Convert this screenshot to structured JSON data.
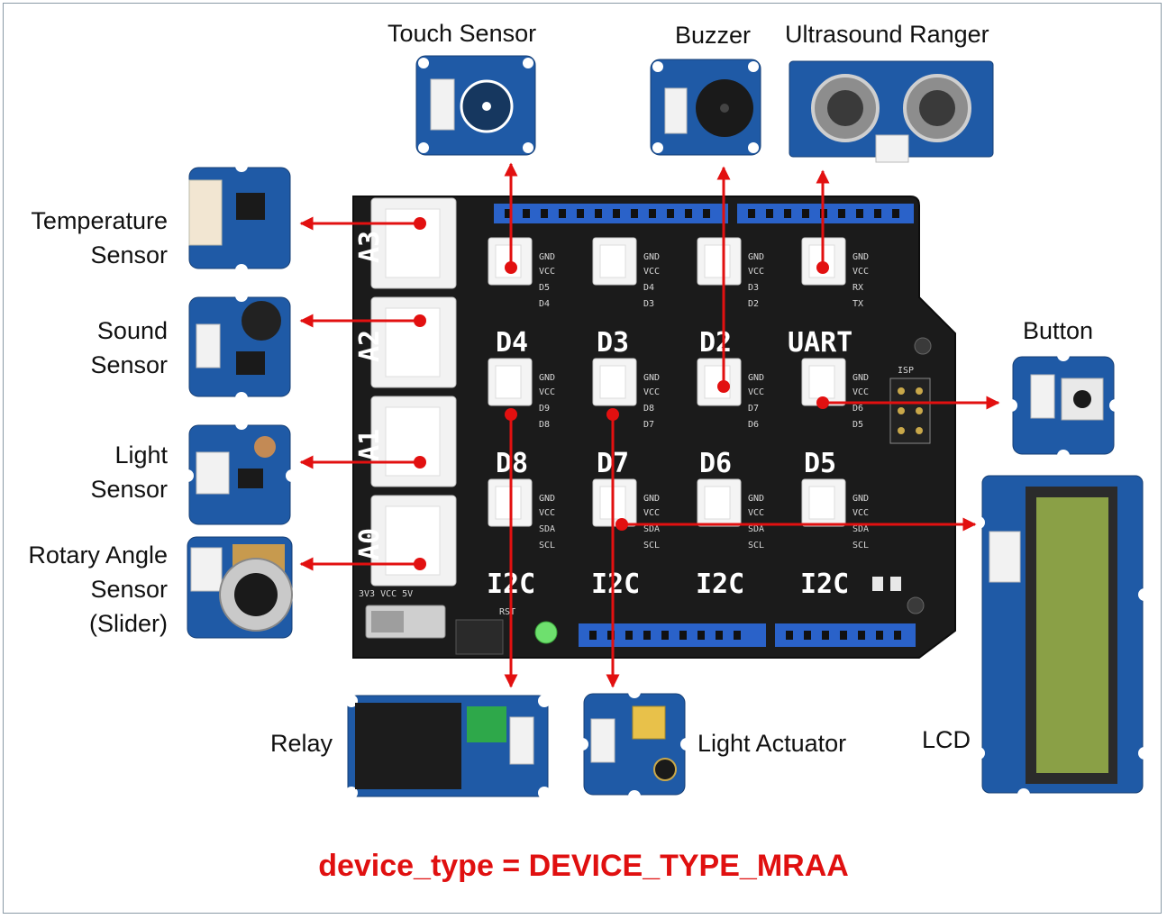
{
  "labels": {
    "touch_sensor": "Touch Sensor",
    "buzzer": "Buzzer",
    "ultrasound_ranger": "Ultrasound Ranger",
    "temperature_sensor_1": "Temperature",
    "temperature_sensor_2": "Sensor",
    "sound_sensor_1": "Sound",
    "sound_sensor_2": "Sensor",
    "light_sensor_1": "Light",
    "light_sensor_2": "Sensor",
    "rotary_1": "Rotary Angle",
    "rotary_2": "Sensor",
    "rotary_3": "(Slider)",
    "button": "Button",
    "relay": "Relay",
    "light_actuator": "Light Actuator",
    "lcd": "LCD"
  },
  "board": {
    "ports_top_row": [
      "D4",
      "D3",
      "D2",
      "UART"
    ],
    "ports_mid_row": [
      "D8",
      "D7",
      "D6",
      "D5"
    ],
    "ports_bottom_row": [
      "I2C",
      "I2C",
      "I2C",
      "I2C"
    ],
    "analog_ports": [
      "A3",
      "A2",
      "A1",
      "A0"
    ],
    "isp": "ISP",
    "rst": "RST",
    "voltage": "3V3 VCC 5V"
  },
  "footer": "device_type = DEVICE_TYPE_MRAA",
  "colors": {
    "arrow": "#e21010",
    "module": "#1f5aa6",
    "board": "#1a1a1a",
    "footer": "#e01010"
  }
}
